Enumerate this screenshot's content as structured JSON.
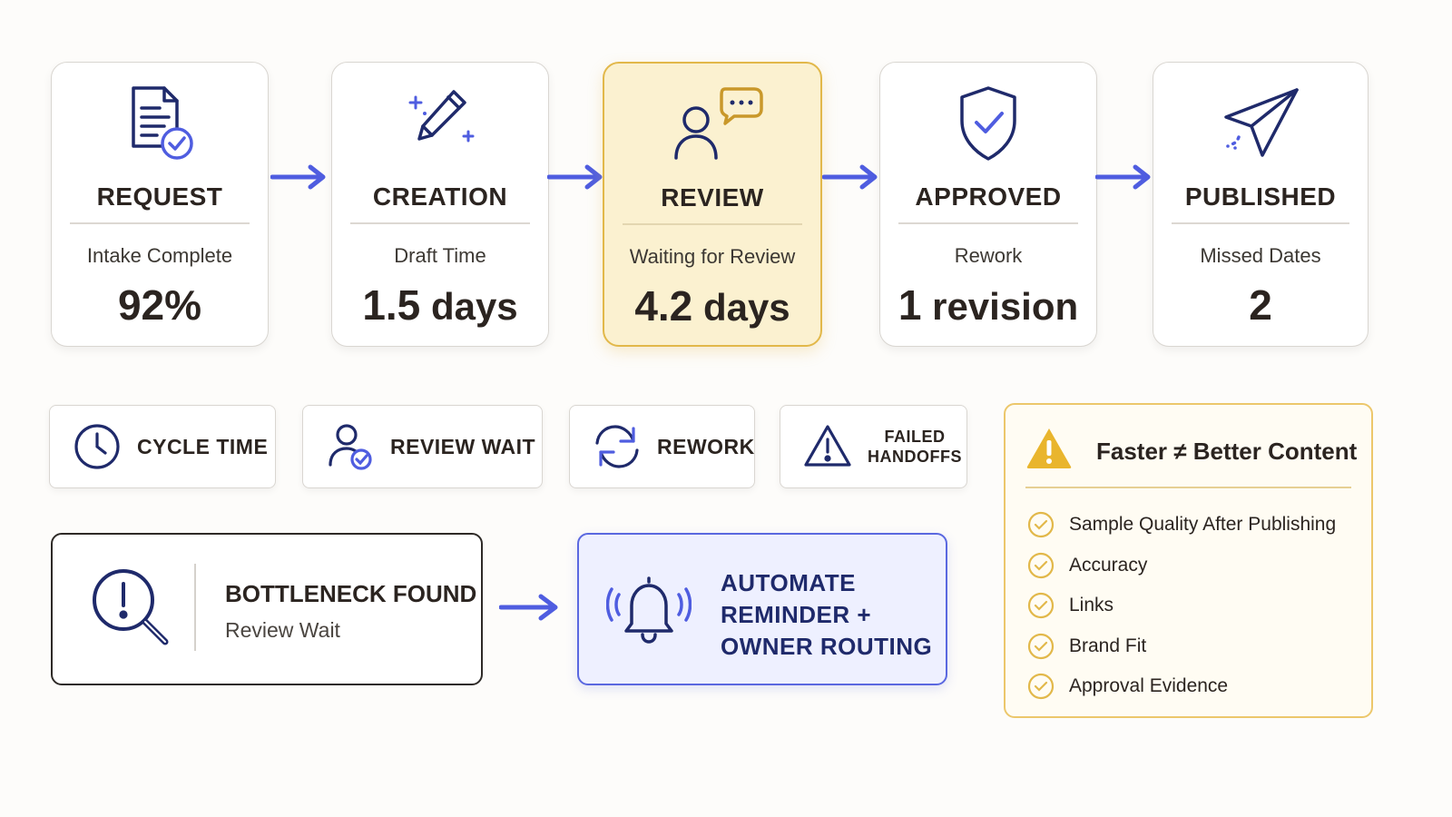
{
  "stages": [
    {
      "title": "REQUEST",
      "label": "Intake Complete",
      "value": "92%",
      "icon": "document-check-icon"
    },
    {
      "title": "CREATION",
      "label": "Draft Time",
      "value_num": "1.5",
      "value_unit": "days",
      "icon": "pencil-sparkle-icon"
    },
    {
      "title": "REVIEW",
      "label": "Waiting for Review",
      "value_num": "4.2",
      "value_unit": "days",
      "icon": "person-chat-icon",
      "highlighted": true
    },
    {
      "title": "APPROVED",
      "label": "Rework",
      "value_num": "1",
      "value_unit": "revision",
      "icon": "shield-check-icon"
    },
    {
      "title": "PUBLISHED",
      "label": "Missed Dates",
      "value": "2",
      "icon": "paper-plane-icon"
    }
  ],
  "metrics": [
    {
      "label": "CYCLE TIME",
      "icon": "clock-icon"
    },
    {
      "label": "REVIEW WAIT",
      "icon": "user-check-icon"
    },
    {
      "label": "REWORK",
      "icon": "refresh-icon"
    },
    {
      "label_line1": "FAILED",
      "label_line2": "HANDOFFS",
      "icon": "warning-icon"
    }
  ],
  "bottleneck": {
    "title": "BOTTLENECK FOUND",
    "subtitle": "Review Wait",
    "icon": "magnifier-alert-icon"
  },
  "automation": {
    "line1": "AUTOMATE",
    "line2": "REMINDER +",
    "line3": "OWNER ROUTING",
    "icon": "bell-icon"
  },
  "quality": {
    "title": "Faster ≠ Better Content",
    "icon": "warning-triangle-icon",
    "items": [
      "Sample Quality After Publishing",
      "Accuracy",
      "Links",
      "Brand Fit",
      "Approval Evidence"
    ]
  },
  "colors": {
    "navy": "#1f2a6b",
    "arrow": "#4f5de0",
    "highlight": "#fbf1d0",
    "gold": "#e2b84a"
  }
}
